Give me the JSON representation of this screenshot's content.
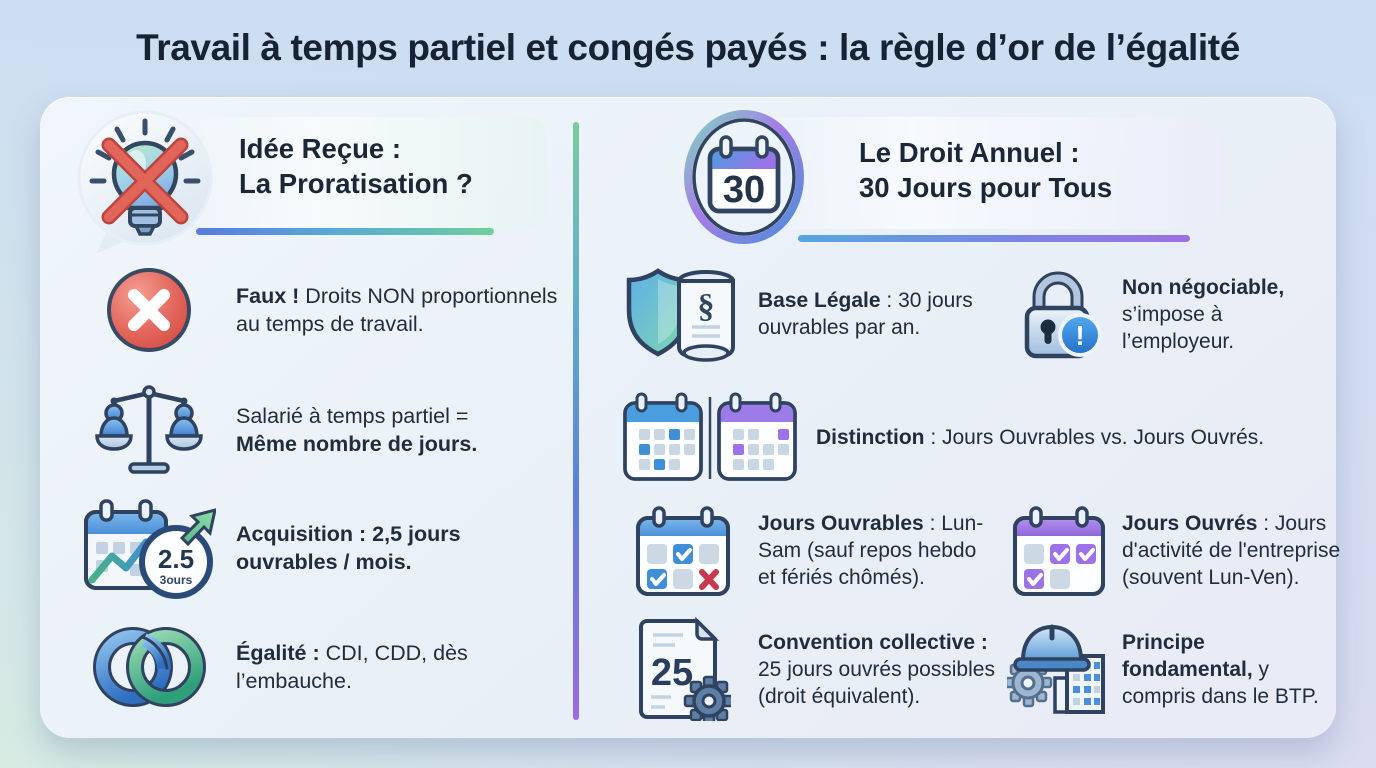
{
  "title": "Travail à temps partiel et congés payés : la règle d’or de l’égalité",
  "colors": {
    "title_text": "#172233",
    "body_text": "#212d3d",
    "card_background": "#eaf1f8",
    "page_top": "#cdder2",
    "left_underline": [
      "#5b7ae0",
      "#57a8d6",
      "#6fcf9b"
    ],
    "right_underline": [
      "#55a6de",
      "#9d6fe2"
    ],
    "divider": [
      "#7acaa1",
      "#5c7fd8",
      "#9a6ce2"
    ],
    "red_accent": "#d6584e",
    "blue_accent": "#4a90d9",
    "purple_accent": "#9d7ce8",
    "green_accent": "#6fcf97"
  },
  "left_panel": {
    "header": {
      "icon": "crossed-lightbulb-speech-bubble-icon",
      "title_lines": [
        "Idée Reçue :",
        "La Proratisation ?"
      ]
    },
    "items": [
      {
        "icon": "red-cross-circle-icon",
        "segments": [
          {
            "text": "Faux !",
            "bold": true
          },
          {
            "text": " Droits NON proportionnels\nau temps de travail.",
            "bold": false
          }
        ]
      },
      {
        "icon": "balance-scale-people-icon",
        "segments": [
          {
            "text": "Salarié à temps partiel =\n",
            "bold": false
          },
          {
            "text": "Même nombre de jours.",
            "bold": true
          }
        ]
      },
      {
        "icon": "calendar-growth-badge-icon",
        "icon_badge": {
          "value": "2.5",
          "label": "3ours"
        },
        "segments": [
          {
            "text": "Acquisition : 2,5 jours\nouvrables / mois.",
            "bold": true
          }
        ]
      },
      {
        "icon": "interlocking-rings-icon",
        "segments": [
          {
            "text": "Égalité :",
            "bold": true
          },
          {
            "text": " CDI, CDD, dès\nl’embauche.",
            "bold": false
          }
        ]
      }
    ]
  },
  "right_panel": {
    "header": {
      "icon": "calendar-30-badge-icon",
      "badge_value": "30",
      "title_lines": [
        "Le Droit Annuel :",
        "30 Jours pour Tous"
      ]
    },
    "items": [
      {
        "icon": "shield-paragraph-scroll-icon",
        "icon_glyph": "§",
        "segments": [
          {
            "text": "Base Légale",
            "bold": true
          },
          {
            "text": " : 30 jours\nouvrables par an.",
            "bold": false
          }
        ]
      },
      {
        "icon": "lock-exclamation-icon",
        "icon_glyph": "!",
        "segments": [
          {
            "text": "Non négociable,",
            "bold": true
          },
          {
            "text": "\ns’impose à\nl’employeur.",
            "bold": false
          }
        ]
      },
      {
        "icon": "dual-calendars-icon",
        "segments": [
          {
            "text": "Distinction",
            "bold": true
          },
          {
            "text": " : Jours Ouvrables vs. Jours Ouvrés.",
            "bold": false
          }
        ]
      },
      {
        "icon": "calendar-checks-blue-icon",
        "segments": [
          {
            "text": "Jours Ouvrables",
            "bold": true
          },
          {
            "text": " : Lun-\nSam (sauf repos hebdo\net fériés chômés).",
            "bold": false
          }
        ]
      },
      {
        "icon": "calendar-checks-purple-icon",
        "segments": [
          {
            "text": "Jours Ouvrés",
            "bold": true
          },
          {
            "text": " : Jours\nd'activité de l'entreprise\n(souvent Lun-Ven).",
            "bold": false
          }
        ]
      },
      {
        "icon": "document-25-gear-icon",
        "icon_badge": {
          "value": "25"
        },
        "segments": [
          {
            "text": "Convention collective :",
            "bold": true
          },
          {
            "text": "\n25 jours ouvrés possibles\n(droit équivalent).",
            "bold": false
          }
        ]
      },
      {
        "icon": "hardhat-building-gear-icon",
        "segments": [
          {
            "text": "Principe\nfondamental,",
            "bold": true
          },
          {
            "text": " y\ncompris dans le BTP.",
            "bold": false
          }
        ]
      }
    ]
  }
}
